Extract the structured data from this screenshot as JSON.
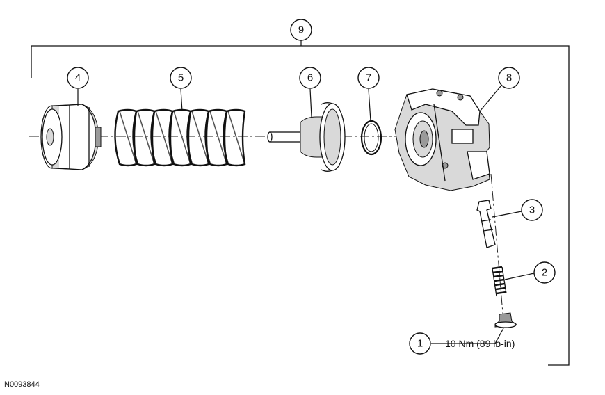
{
  "figure": {
    "reference_code": "N0093844"
  },
  "callouts": [
    {
      "id": "1",
      "label": "1"
    },
    {
      "id": "2",
      "label": "2"
    },
    {
      "id": "3",
      "label": "3"
    },
    {
      "id": "4",
      "label": "4"
    },
    {
      "id": "5",
      "label": "5"
    },
    {
      "id": "6",
      "label": "6"
    },
    {
      "id": "7",
      "label": "7"
    },
    {
      "id": "8",
      "label": "8"
    },
    {
      "id": "9",
      "label": "9"
    }
  ],
  "annotations": {
    "torque_1": "10 Nm (89 lb-in)"
  }
}
